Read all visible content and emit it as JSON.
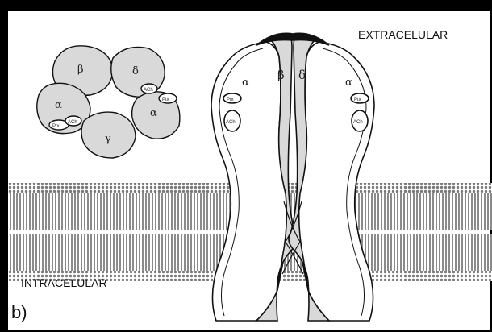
{
  "labels": {
    "extracellular": "EXTRACELULAR",
    "intracellular": "INTRACELULAR",
    "panel": "b)"
  },
  "top_view": {
    "subunits": [
      "β",
      "δ",
      "α",
      "γ",
      "α"
    ],
    "sites": [
      "Ptx",
      "ACh",
      "ACh",
      "Ptx"
    ]
  },
  "side_view": {
    "subunits": [
      "α",
      "β",
      "δ",
      "α"
    ],
    "sites": [
      "Ptx",
      "ACh",
      "Ptx",
      "ACh"
    ]
  },
  "colors": {
    "frame": "#000000",
    "subunit_fill": "#d9d9d9",
    "membrane": "#8a8a8a"
  }
}
